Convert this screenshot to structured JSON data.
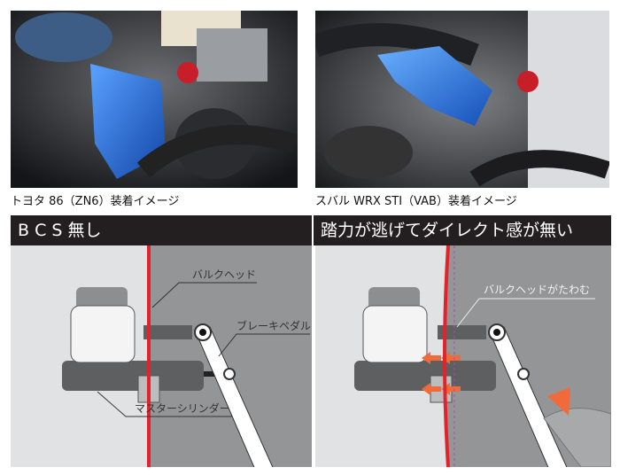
{
  "photos": [
    {
      "caption": "トヨタ 86（ZN6）装着イメージ"
    },
    {
      "caption": "スバル WRX STI（VAB）装着イメージ"
    }
  ],
  "panels": [
    {
      "title": "B C S 無し",
      "labels": {
        "bulkhead": "バルクヘッド",
        "brake_pedal": "ブレーキペダル",
        "master_cylinder": "マスターシリンダー"
      }
    },
    {
      "title": "踏力が逃げてダイレクト感が無い",
      "labels": {
        "bulkhead_flex": "バルクヘッドがたわむ"
      }
    }
  ],
  "colors": {
    "bulkhead_red": "#e3222b",
    "part_blue": "#1f6fd1",
    "header_bg": "#231f20",
    "arrow_orange": "#f06a3c"
  }
}
